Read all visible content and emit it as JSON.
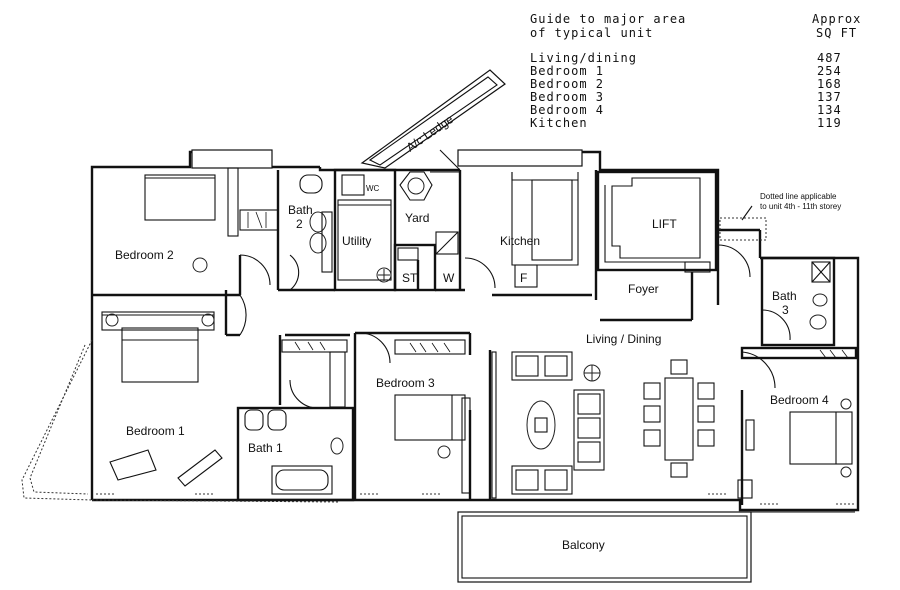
{
  "guide": {
    "title_line1": "Guide to major area",
    "title_line2": "of typical unit",
    "approx_line1": "Approx",
    "approx_line2": "SQ FT",
    "rows": [
      {
        "label": "Living/dining",
        "value": "487"
      },
      {
        "label": "Bedroom 1",
        "value": "254"
      },
      {
        "label": "Bedroom 2",
        "value": "168"
      },
      {
        "label": "Bedroom 3",
        "value": "137"
      },
      {
        "label": "Bedroom 4",
        "value": "134"
      },
      {
        "label": "Kitchen",
        "value": "119"
      }
    ]
  },
  "rooms": {
    "bedroom1": "Bedroom 1",
    "bedroom2": "Bedroom 2",
    "bedroom3": "Bedroom 3",
    "bedroom4": "Bedroom 4",
    "bath1": "Bath 1",
    "bath2_a": "Bath",
    "bath2_b": "2",
    "bath3_a": "Bath",
    "bath3_b": "3",
    "utility": "Utility",
    "yard": "Yard",
    "wc": "WC",
    "st": "ST",
    "w": "W",
    "kitchen": "Kitchen",
    "f": "F",
    "lift": "LIFT",
    "foyer": "Foyer",
    "living": "Living / Dining",
    "balcony": "Balcony",
    "ac_ledge": "A/c Ledge"
  },
  "notes": {
    "dotted_line1": "Dotted line applicable",
    "dotted_line2": "to unit 4th - 11th storey"
  }
}
